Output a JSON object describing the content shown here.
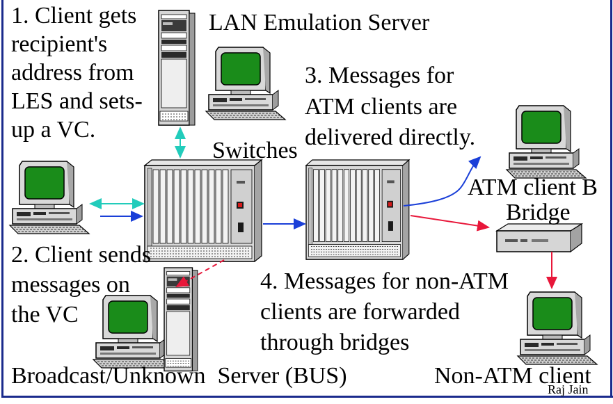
{
  "step1": {
    "lines": [
      "1. Client gets",
      "recipient's",
      "address from",
      "LES and sets-",
      "up a VC."
    ]
  },
  "les_label": "LAN Emulation Server",
  "step3": {
    "lines": [
      "3. Messages for",
      "ATM clients are",
      "delivered directly."
    ]
  },
  "switches_label": "Switches",
  "atm_client_label": "ATM client B",
  "bridge_label": "Bridge",
  "step2": {
    "lines": [
      "2. Client sends",
      "messages on",
      "the VC"
    ]
  },
  "step4": {
    "lines": [
      "4. Messages for non-ATM",
      "clients are forwarded",
      "through bridges"
    ]
  },
  "bus_label": "Broadcast/Unknown  Server (BUS)",
  "non_atm_label": "Non-ATM client",
  "author": "Raj Jain",
  "colors": {
    "frame": "#1a2b8c",
    "cyan_link": "#22ccbb",
    "blue_link": "#1a3fd8",
    "red_link": "#e8173a",
    "screen": "#1a8c1a"
  }
}
